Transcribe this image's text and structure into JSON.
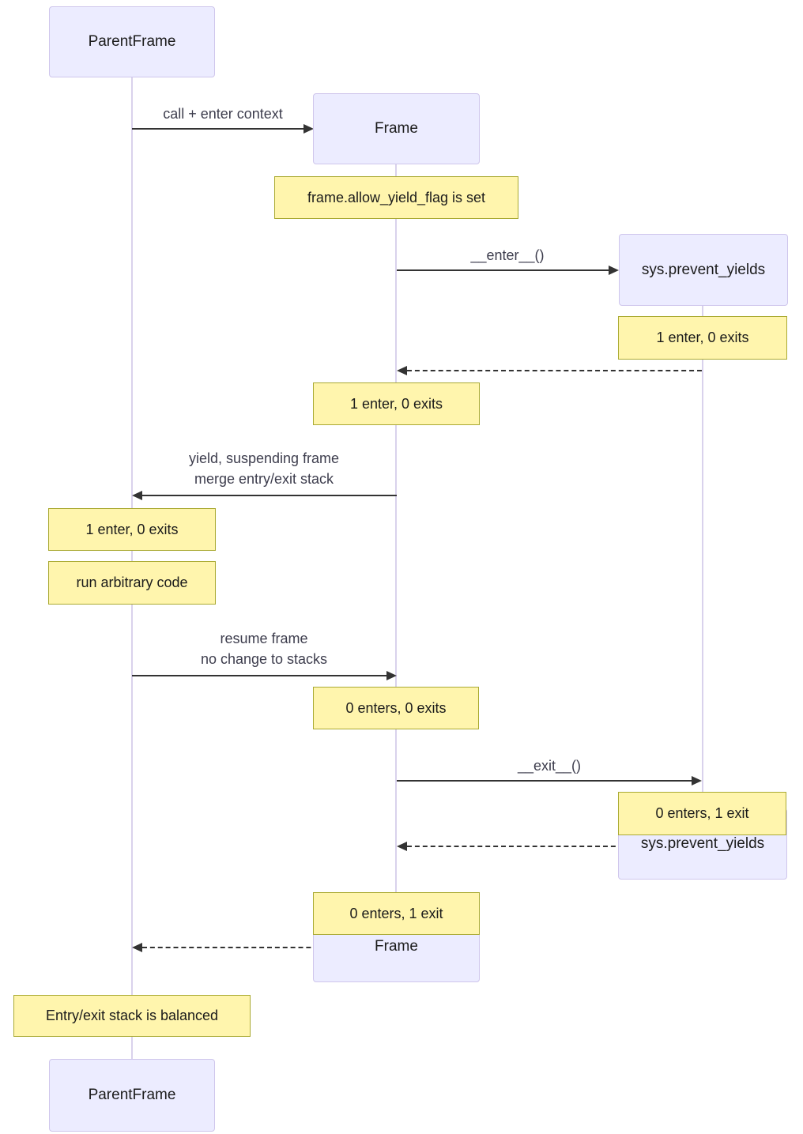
{
  "diagram": {
    "type": "sequence-diagram",
    "participants": [
      {
        "id": "parentframe",
        "label": "ParentFrame"
      },
      {
        "id": "frame",
        "label": "Frame"
      },
      {
        "id": "sys_prevent_yields",
        "label": "sys.prevent_yields"
      }
    ],
    "messages": [
      {
        "from": "ParentFrame",
        "to": "Frame",
        "style": "solid",
        "label": "call + enter context"
      },
      {
        "from": "Frame",
        "to": "sys.prevent_yields",
        "style": "solid",
        "label": "__enter__()"
      },
      {
        "from": "sys.prevent_yields",
        "to": "Frame",
        "style": "dashed"
      },
      {
        "from": "Frame",
        "to": "ParentFrame",
        "style": "solid",
        "label_line1": "yield, suspending frame",
        "label_line2": "merge entry/exit stack"
      },
      {
        "from": "ParentFrame",
        "to": "Frame",
        "style": "solid",
        "label_line1": "resume frame",
        "label_line2": "no change to stacks"
      },
      {
        "from": "Frame",
        "to": "sys.prevent_yields",
        "style": "solid",
        "label": "__exit__()"
      },
      {
        "from": "sys.prevent_yields",
        "to": "Frame",
        "style": "dashed"
      },
      {
        "from": "Frame",
        "to": "ParentFrame",
        "style": "dashed"
      }
    ],
    "notes": [
      {
        "over": "Frame",
        "text": "frame.allow_yield_flag is set"
      },
      {
        "over": "sys.prevent_yields",
        "text": "1 enter, 0 exits"
      },
      {
        "over": "Frame",
        "text": "1 enter, 0 exits"
      },
      {
        "over": "ParentFrame",
        "text": "1 enter, 0 exits"
      },
      {
        "over": "ParentFrame",
        "text": "run arbitrary code"
      },
      {
        "over": "Frame",
        "text": "0 enters, 0 exits"
      },
      {
        "over": "sys.prevent_yields",
        "text": "0 enters, 1 exit"
      },
      {
        "over": "Frame",
        "text": "0 enters, 1 exit"
      },
      {
        "over": "ParentFrame",
        "text": "Entry/exit stack is balanced"
      }
    ],
    "colors": {
      "actor_fill": "#ECECFF",
      "actor_border": "#CFC6EC",
      "note_fill": "#FFF5AD",
      "note_border": "#AAAA33",
      "lifeline": "#D9D2EC",
      "message_line": "#333333",
      "message_text": "#3D3D4D",
      "text": "#1B1B1B",
      "background": "#FFFFFF"
    }
  }
}
